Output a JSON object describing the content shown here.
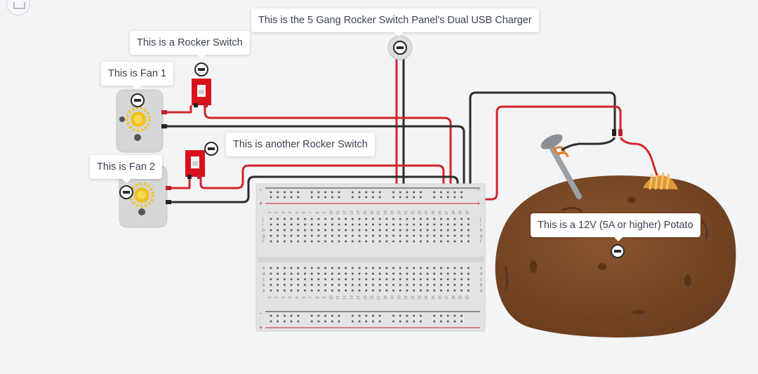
{
  "labels": {
    "fan1": "This is Fan 1",
    "rocker1": "This is a Rocker Switch",
    "usb": "This is the 5 Gang Rocker Switch Panel's Dual USB Charger",
    "rocker2": "This is another Rocker Switch",
    "fan2": "This is Fan 2",
    "potato": "This is a 12V (5A or higher) Potato"
  },
  "breadboard": {
    "columns": [
      "1",
      "2",
      "3",
      "4",
      "5",
      "6",
      "7",
      "8",
      "9",
      "10",
      "11",
      "12",
      "13",
      "14",
      "15",
      "16",
      "17",
      "18",
      "19",
      "20",
      "21",
      "22",
      "23",
      "24",
      "25",
      "26",
      "27",
      "28",
      "29",
      "30"
    ],
    "rows_top": [
      "j",
      "i",
      "h",
      "g",
      "f"
    ],
    "rows_bottom": [
      "e",
      "d",
      "c",
      "b",
      "a"
    ],
    "rail_plus": "+",
    "rail_minus": "-"
  },
  "colors": {
    "background": "#f3f4f6",
    "wire_red": "#d0262c",
    "wire_black": "#2c2c2c",
    "switch_red": "#d9111a",
    "potato": "#7a4a26",
    "fan_body": "#d5d6d8"
  },
  "icons": [
    "expand-icon",
    "minus-icon",
    "fan-icon",
    "rocker-switch-icon",
    "potato-icon",
    "nail-icon",
    "breadboard-icon"
  ]
}
